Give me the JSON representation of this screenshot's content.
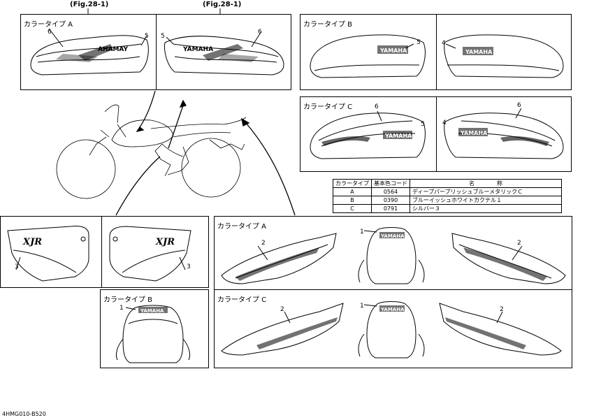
{
  "fig_refs": [
    "(Fig.28-1)",
    "(Fig.28-1)"
  ],
  "color_type_labels": {
    "a": "カラータイプ A",
    "b": "カラータイプ B",
    "c": "カラータイプ C"
  },
  "callouts": {
    "tank_a_left_6": "6",
    "tank_a_left_5": "5",
    "tank_a_right_5": "5",
    "tank_a_right_6": "6",
    "tank_b_left_5": "5",
    "tank_b_right_4": "4",
    "tank_c_left_6": "6",
    "tank_c_left_5": "5",
    "tank_c_right_4": "4",
    "tank_c_right_6": "6",
    "sidecover_left_3": "3",
    "sidecover_right_3": "3",
    "tail_b_1": "1",
    "tail_a_left_2": "2",
    "tail_a_center_1": "1",
    "tail_a_right_2": "2",
    "tail_c_left_2": "2",
    "tail_c_center_1": "1",
    "tail_c_right_2": "2"
  },
  "decal_text": {
    "yamaha": "YAMAHA",
    "yamaha_mirrored": "AHAMAY",
    "xjr": "XJR"
  },
  "color_table": {
    "headers": [
      "カラータイプ",
      "基本色コード",
      "名　　　　称"
    ],
    "rows": [
      [
        "A",
        "0564",
        "ディープパープリッシュブルーメタリックＣ"
      ],
      [
        "B",
        "0390",
        "ブルーイッシュホワイトカクテル１"
      ],
      [
        "C",
        "0791",
        "シルバー３"
      ]
    ]
  },
  "drawing_code": "4HMG010-B520"
}
